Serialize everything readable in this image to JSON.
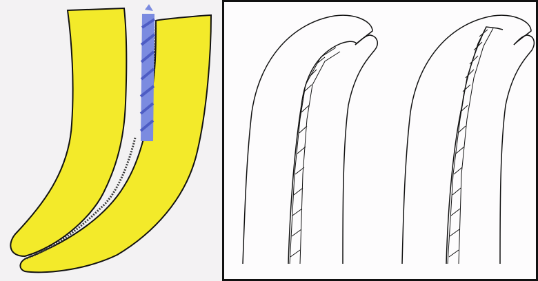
{
  "figure": {
    "panels": [
      {
        "id": "left",
        "kind": "color-illustration"
      },
      {
        "id": "right",
        "kind": "line-drawing"
      }
    ],
    "colors": {
      "yellow_fill": "#f3ea2a",
      "blue_file": "#7b8be0",
      "outline": "#111111",
      "left_background": "#f3f2f3",
      "right_background": "#fdfcfd"
    },
    "icons": {
      "file": "twisted-file-icon"
    }
  }
}
